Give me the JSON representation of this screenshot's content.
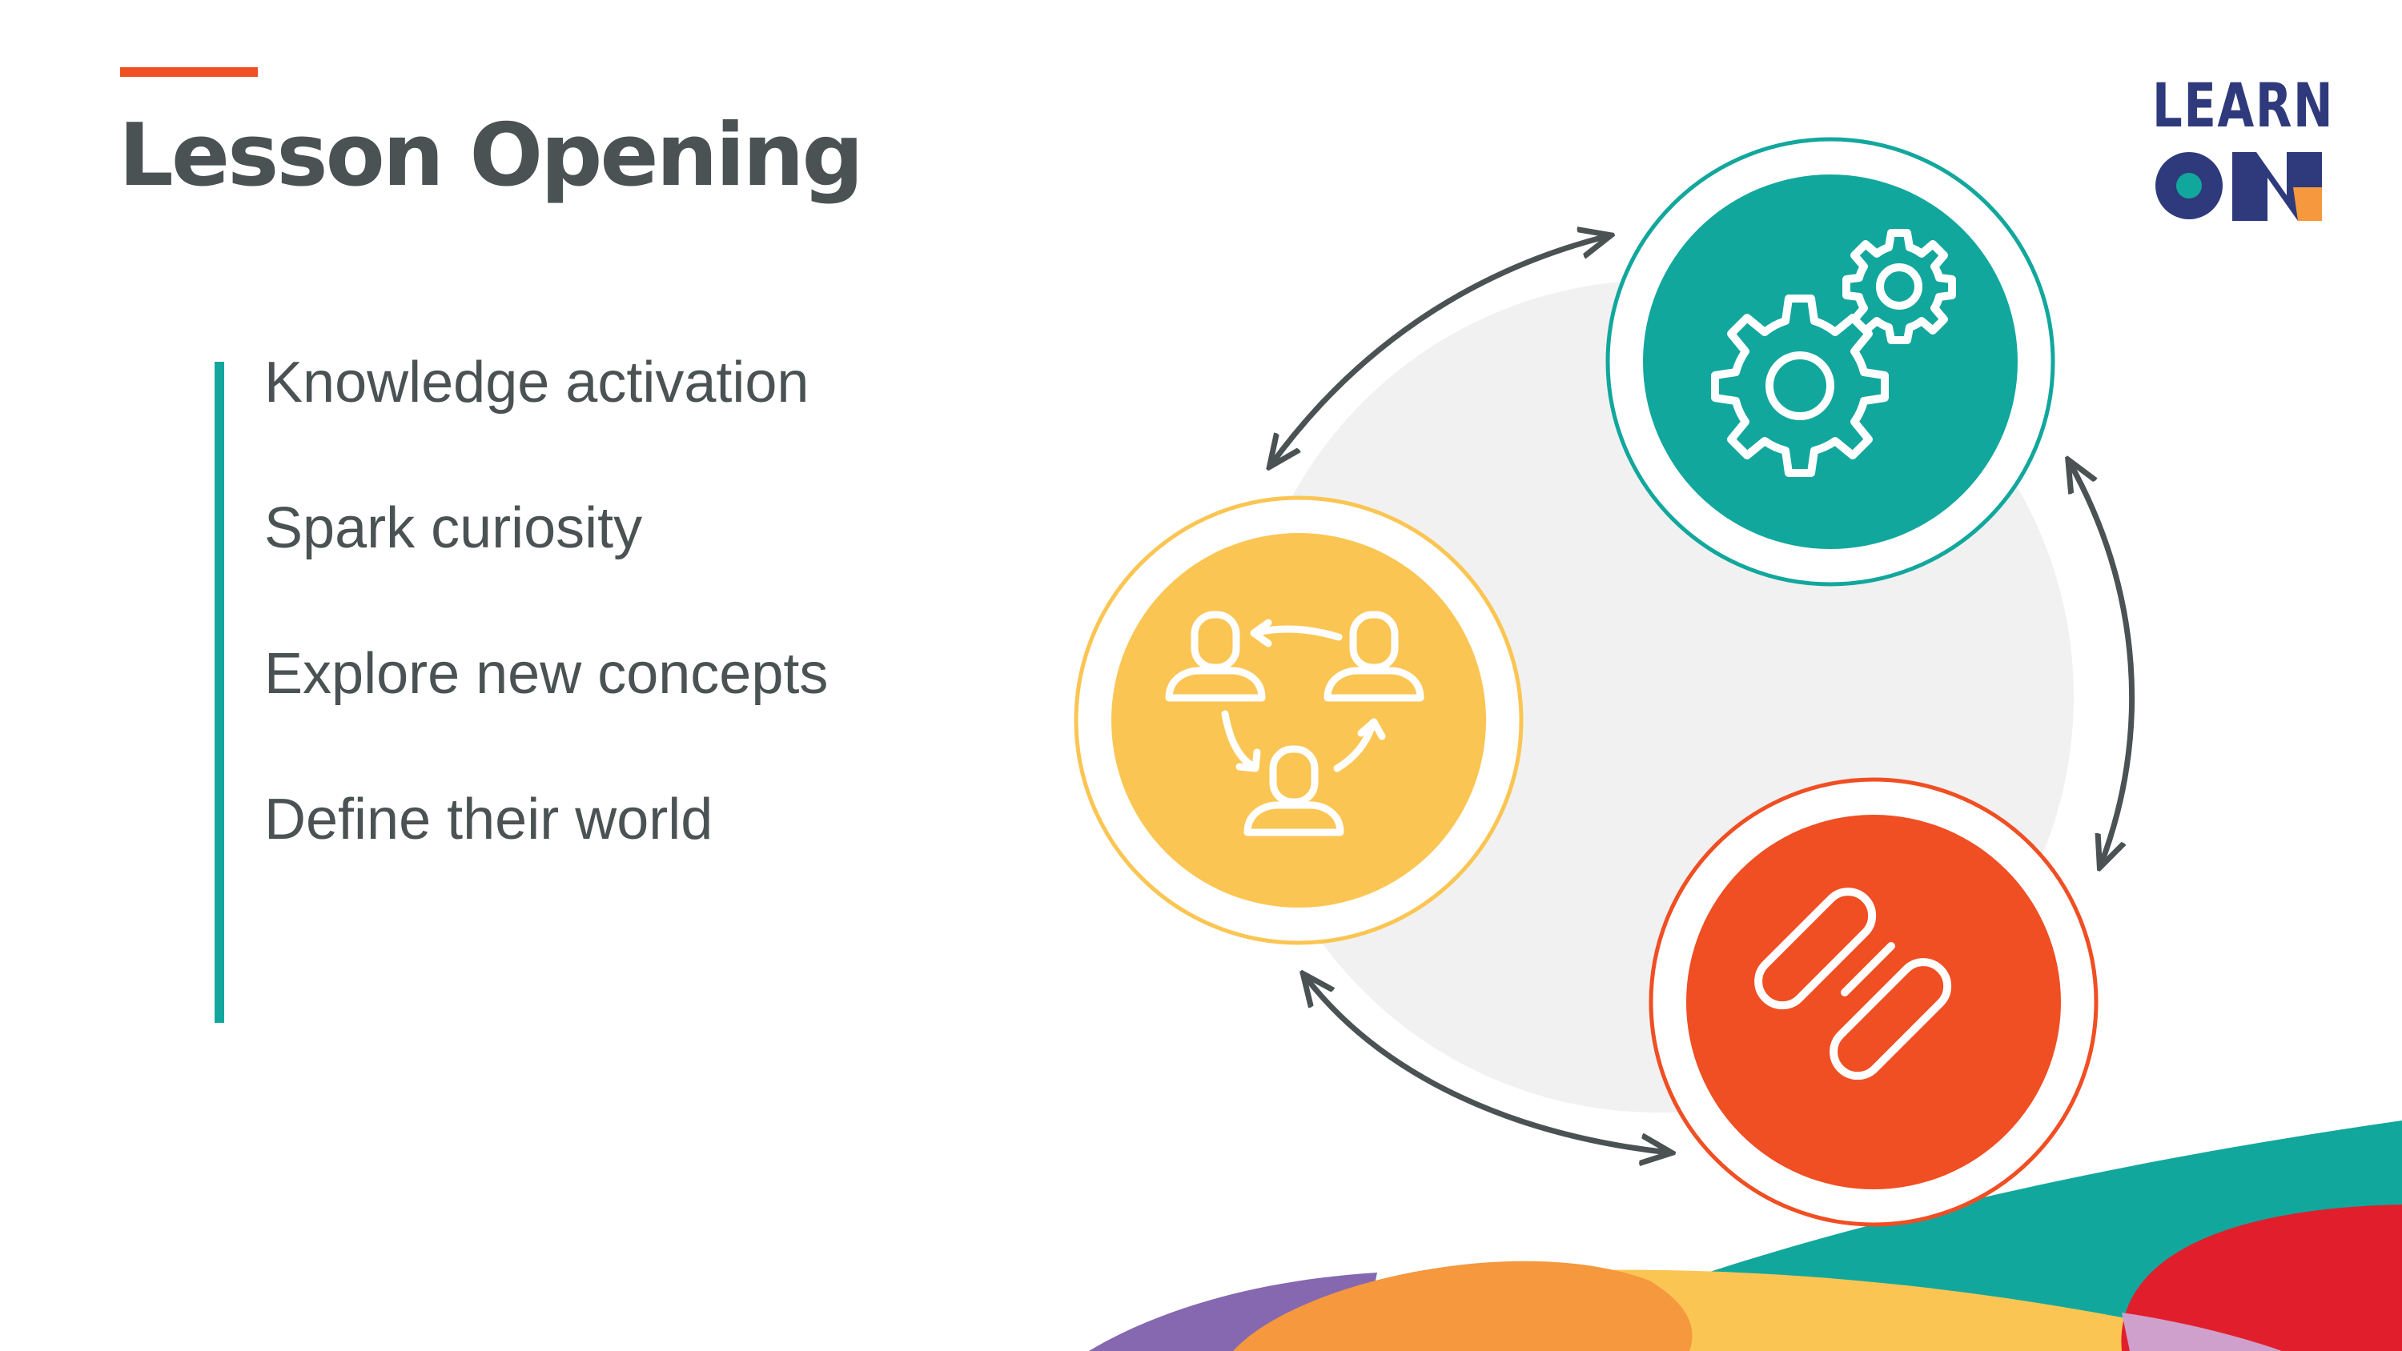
{
  "slide": {
    "title": "Lesson Opening",
    "bullets": [
      "Knowledge activation",
      "Spark curiosity",
      "Explore new concepts",
      "Define their world"
    ]
  },
  "logo": {
    "line1": "LEARN",
    "line2": "ON"
  },
  "colors": {
    "title": "#4a5254",
    "accent_orange": "#f04e23",
    "teal": "#12a79d",
    "yellow": "#fbc553",
    "navy": "#2e3a7c",
    "arrow": "#4a5254",
    "center_disc": "#f1f1f1"
  },
  "diagram": {
    "nodes": [
      {
        "icon": "gears-icon",
        "color": "#12a79d"
      },
      {
        "icon": "link-chain-icon",
        "color": "#f04e23"
      },
      {
        "icon": "people-exchange-icon",
        "color": "#fbc553"
      }
    ],
    "connectors": [
      "double-arrow-icon",
      "double-arrow-icon",
      "double-arrow-icon"
    ]
  }
}
